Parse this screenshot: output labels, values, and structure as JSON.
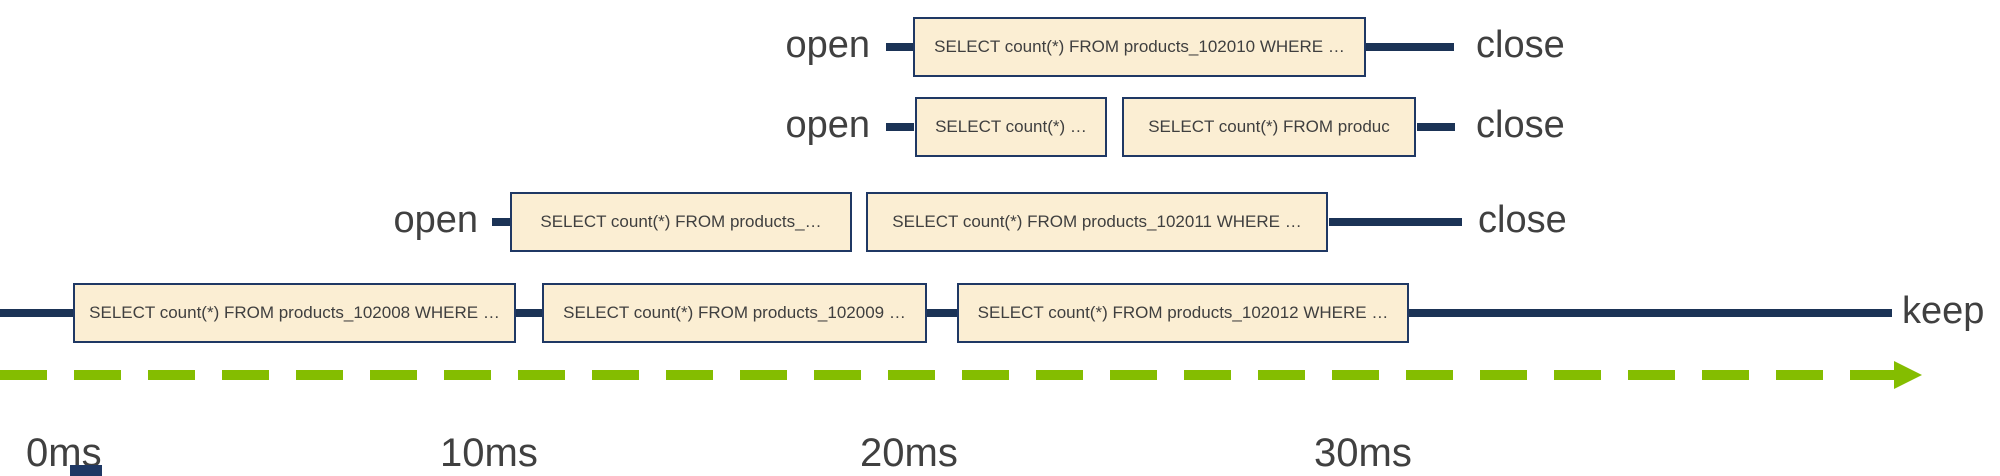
{
  "diagram": {
    "title_hint": "connection lifecycle timeline",
    "rows": [
      {
        "open_label": "open",
        "close_label": "close",
        "queries": [
          "SELECT count(*) FROM products_102010 WHERE …"
        ]
      },
      {
        "open_label": "open",
        "close_label": "close",
        "queries": [
          "SELECT count(*) …",
          "SELECT count(*) FROM produc"
        ]
      },
      {
        "open_label": "open",
        "close_label": "close",
        "queries": [
          "SELECT count(*) FROM products_…",
          "SELECT count(*) FROM products_102011 WHERE …"
        ]
      },
      {
        "keep_label": "keep",
        "queries": [
          "SELECT count(*) FROM products_102008 WHERE …",
          "SELECT count(*) FROM products_102009 …",
          "SELECT count(*) FROM products_102012 WHERE …"
        ]
      }
    ],
    "axis": {
      "tick_labels": [
        "0ms",
        "10ms",
        "20ms",
        "30ms"
      ]
    },
    "colors": {
      "connection_line": "#1B3356",
      "box_fill": "#FBEED3",
      "box_border": "#1F3864",
      "label_text": "#404040",
      "axis_green": "#84BD00"
    }
  }
}
